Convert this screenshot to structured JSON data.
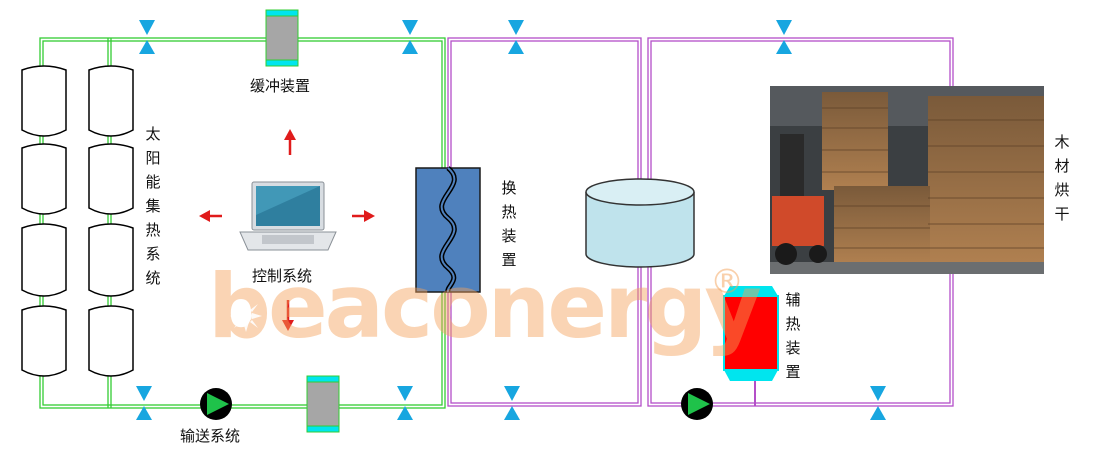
{
  "labels": {
    "buffer": "缓冲装置",
    "solar_collector": "太阳能集热系统",
    "control": "控制系统",
    "heat_exchanger": "换热装置",
    "aux_heater": "辅热装置",
    "conveying": "输送系统",
    "wood_drying": "木材烘干"
  },
  "watermark": {
    "text": "beaconergy",
    "mark": "®"
  },
  "colors": {
    "solar_loop": "#33cc33",
    "load_loop": "#b44fc8",
    "valve": "#17a6e0",
    "arrow": "#e01b1b",
    "heat_exchanger": "#4f81bd",
    "aux_heater_body": "#ff0000",
    "aux_heater_cap": "#00e5ee",
    "tank": "#bfe3ec",
    "buffer_body": "#a6a6a6",
    "pump": "#000000",
    "pump_triangle": "#1fc24a"
  },
  "icons": [
    "laptop-icon",
    "pump-icon",
    "valve-icon",
    "sun-icon",
    "wood-stack-photo"
  ]
}
